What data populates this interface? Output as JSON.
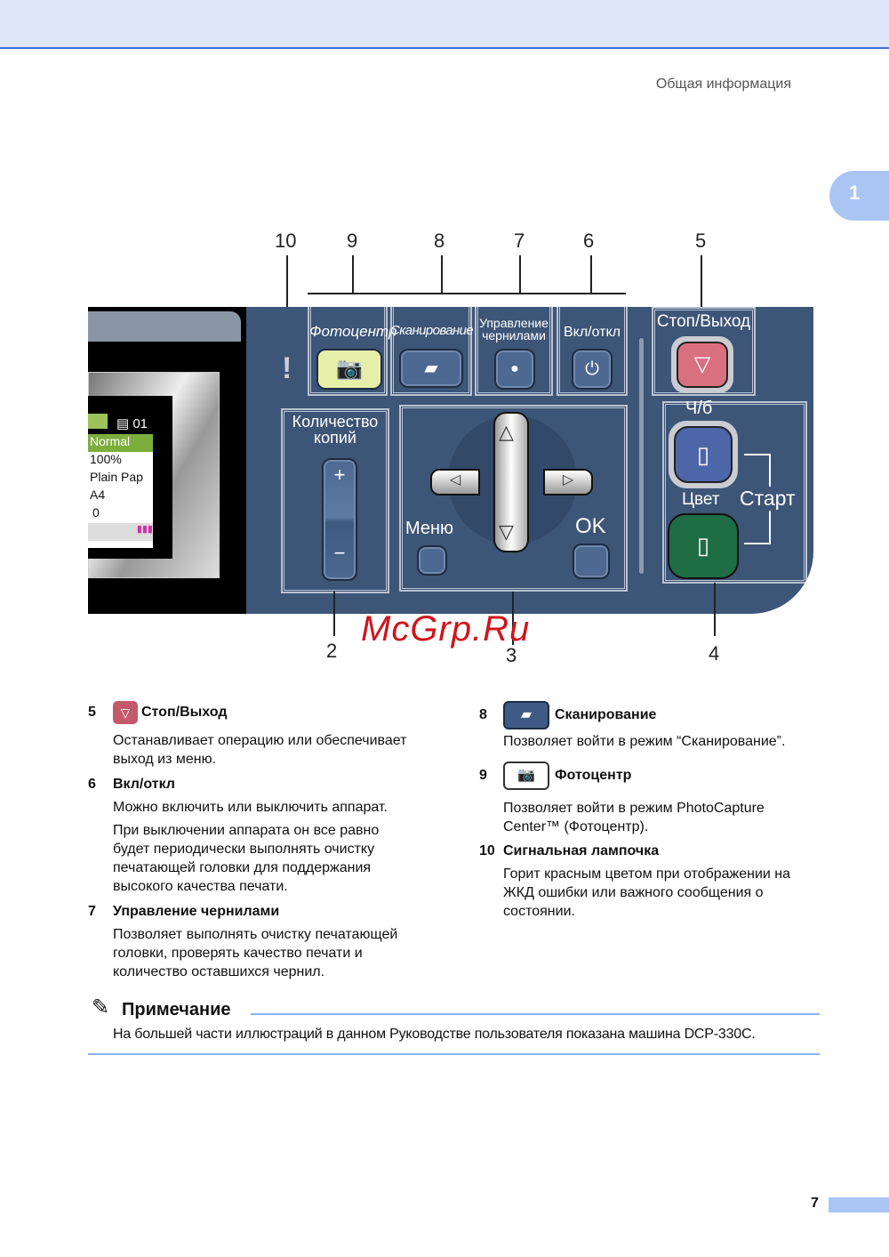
{
  "header": {
    "section_title": "Общая информация",
    "chapter_tab": "1"
  },
  "panel": {
    "callouts_top": [
      "10",
      "9",
      "8",
      "7",
      "6",
      "5"
    ],
    "callouts_bottom": [
      "2",
      "3",
      "4"
    ],
    "labels": {
      "photo": "Фотоцентр",
      "scan": "Сканирование",
      "ink": "Управление чернилами",
      "power": "Вкл/откл",
      "stop": "Стоп/Выход",
      "copies_line1": "Количество",
      "copies_line2": "копий",
      "menu": "Меню",
      "ok": "OK",
      "mono": "Ч/б",
      "color": "Цвет",
      "start": "Старт",
      "plus": "+",
      "minus": "−"
    },
    "lcd": {
      "copies": "01",
      "lines": [
        "Normal",
        "100%",
        "Plain Pap",
        "A4",
        "0"
      ]
    },
    "warning_led": "!"
  },
  "watermark": "McGrp.Ru",
  "items_left": [
    {
      "num": "5",
      "title": "Стоп/Выход",
      "icon": "stop-icon",
      "paragraphs": [
        "Останавливает операцию или обеспечивает выход из меню."
      ]
    },
    {
      "num": "6",
      "title": "Вкл/откл",
      "paragraphs": [
        "Можно включить или выключить аппарат.",
        "При выключении аппарата он все равно будет периодически выполнять очистку печатающей головки для поддержания высокого качества печати."
      ]
    },
    {
      "num": "7",
      "title": "Управление чернилами",
      "paragraphs": [
        "Позволяет выполнять очистку печатающей головки, проверять качество печати и количество оставшихся чернил."
      ]
    }
  ],
  "items_right": [
    {
      "num": "8",
      "title": "Сканирование",
      "icon": "scanner-icon",
      "paragraphs": [
        "Позволяет войти в режим “Сканирование”."
      ]
    },
    {
      "num": "9",
      "title": "Фотоцентр",
      "icon": "camera-icon",
      "paragraphs": [
        "Позволяет войти в режим PhotoCapture Center™ (Фотоцентр)."
      ]
    },
    {
      "num": "10",
      "title": "Сигнальная лампочка",
      "paragraphs": [
        "Горит красным цветом при отображении на ЖКД ошибки или важного сообщения о состоянии."
      ]
    }
  ],
  "note": {
    "title": "Примечание",
    "text": "На большей части иллюстраций в данном Руководстве пользователя показана машина DCP-330C."
  },
  "footer": {
    "page_number": "7"
  },
  "colors": {
    "panel": "#3d5577",
    "accent": "#3b6fd6",
    "stop": "#d9707f",
    "photo": "#e6efa8",
    "start_color": "#1f6d45",
    "start_mono": "#4c66a8"
  }
}
